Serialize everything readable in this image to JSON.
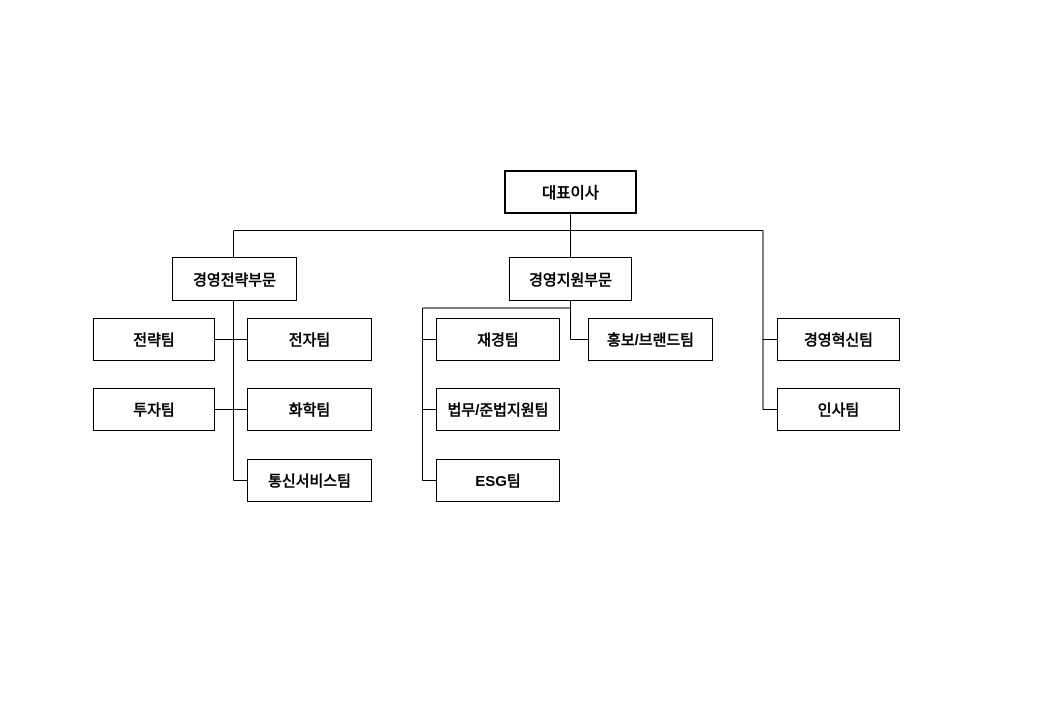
{
  "colors": {
    "background": "#ffffff",
    "line": "#000000",
    "box_border": "#000000",
    "text": "#000000"
  },
  "org_chart": {
    "root": {
      "label": "대표이사"
    },
    "divisions": {
      "strategy": {
        "label": "경영전략부문"
      },
      "support": {
        "label": "경영지원부문"
      }
    },
    "teams": {
      "strategy": {
        "label": "전략팀"
      },
      "investment": {
        "label": "투자팀"
      },
      "electronics": {
        "label": "전자팀"
      },
      "chemical": {
        "label": "화학팀"
      },
      "telecom_service": {
        "label": "통신서비스팀"
      },
      "finance": {
        "label": "재경팀"
      },
      "legal_compliance": {
        "label": "법무/준법지원팀"
      },
      "esg": {
        "label": "ESG팀"
      },
      "pr_brand": {
        "label": "홍보/브랜드팀"
      },
      "innovation": {
        "label": "경영혁신팀"
      },
      "hr": {
        "label": "인사팀"
      }
    }
  }
}
